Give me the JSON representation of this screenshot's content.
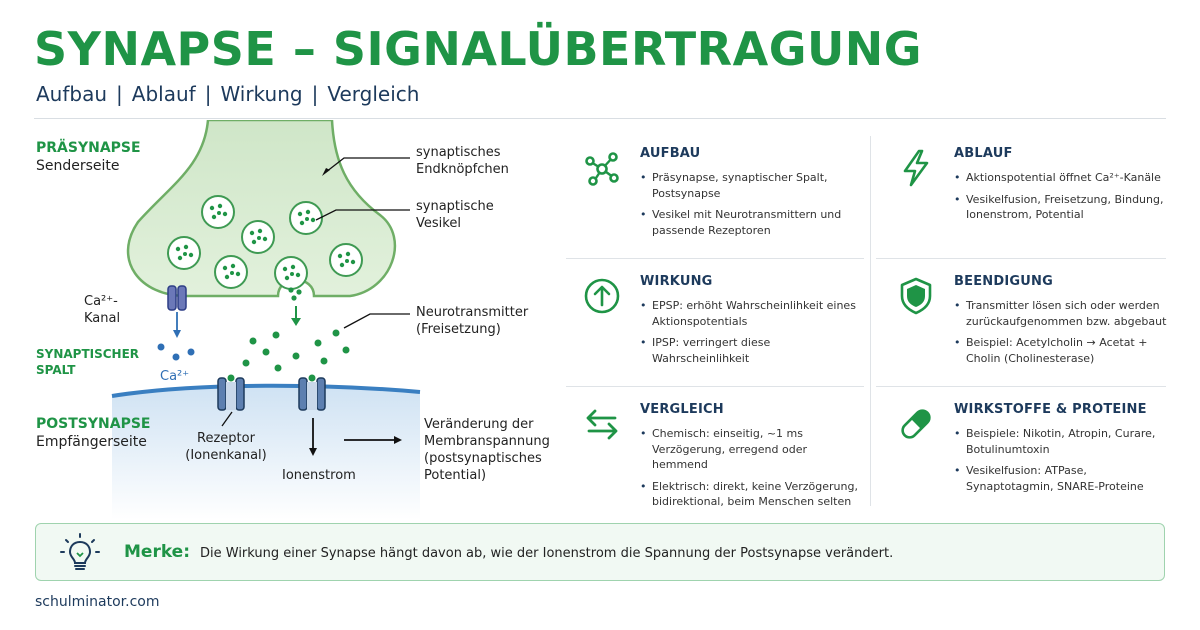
{
  "header": {
    "title": "SYNAPSE – SIGNALÜBERTRAGUNG",
    "subtitle": [
      "Aufbau",
      "Ablauf",
      "Wirkung",
      "Vergleich"
    ],
    "subtitle_sep": "|"
  },
  "diagram": {
    "presynapse_title": "PRÄSYNAPSE",
    "presynapse_sub": "Senderseite",
    "endknoepfchen": [
      "synaptisches",
      "Endknöpfchen"
    ],
    "vesikel": [
      "synaptische",
      "Vesikel"
    ],
    "ca_kanal": [
      "Ca²⁺-",
      "Kanal"
    ],
    "spalt": [
      "SYNAPTISCHER",
      "SPALT"
    ],
    "ca_ion": "Ca²⁺",
    "neurotransmitter": [
      "Neurotransmitter",
      "(Freisetzung)"
    ],
    "postsynapse_title": "POSTSYNAPSE",
    "postsynapse_sub": "Empfängerseite",
    "rezeptor": [
      "Rezeptor",
      "(Ionenkanal)"
    ],
    "ionenstrom": "Ionenstrom",
    "veraenderung": [
      "Veränderung der",
      "Membranspannung",
      "(postsynaptisches",
      "Potential)"
    ]
  },
  "cards": [
    {
      "icon": "molecule-icon",
      "title": "AUFBAU",
      "items": [
        "Präsynapse, synaptischer Spalt, Postsynapse",
        "Vesikel mit Neurotransmittern und passende Rezeptoren"
      ]
    },
    {
      "icon": "lightning-icon",
      "title": "ABLAUF",
      "items": [
        "Aktionspotential öffnet Ca²⁺-Kanäle",
        "Vesikelfusion, Freisetzung, Bindung, Ionenstrom, Potential"
      ]
    },
    {
      "icon": "arrow-up-circle-icon",
      "title": "WIRKUNG",
      "items": [
        "EPSP: erhöht Wahrscheinlihkeit eines Aktionspotentials",
        "IPSP: verringert diese Wahrscheinlihkeit"
      ]
    },
    {
      "icon": "shield-icon",
      "title": "BEENDIGUNG",
      "items": [
        "Transmitter lösen sich oder werden zurückaufgenommen bzw. abgebaut",
        "Beispiel: Acetylcholin → Acetat + Cholin (Cholinesterase)"
      ]
    },
    {
      "icon": "swap-arrows-icon",
      "title": "VERGLEICH",
      "items": [
        "Chemisch: einseitig, ~1 ms Verzögerung, erregend oder hemmend",
        "Elektrisch: direkt, keine Verzögerung, bidirektional, beim Menschen selten"
      ]
    },
    {
      "icon": "pill-icon",
      "title": "WIRKSTOFFE & PROTEINE",
      "items": [
        "Beispiele: Nikotin, Atropin, Curare, Botulinumtoxin",
        "Vesikelfusion: ATPase, Synaptotagmin, SNARE-Proteine"
      ]
    }
  ],
  "merke": {
    "label": "Merke:",
    "text": "Die Wirkung einer Synapse hängt davon ab, wie der Ionenstrom die Spannung der Postsynapse verändert."
  },
  "footer": "schulminator.com",
  "colors": {
    "green": "#1f9446",
    "navy": "#1d3a5c",
    "blue": "#2f6fb5",
    "bouton_fill": "#d8ecd3"
  }
}
